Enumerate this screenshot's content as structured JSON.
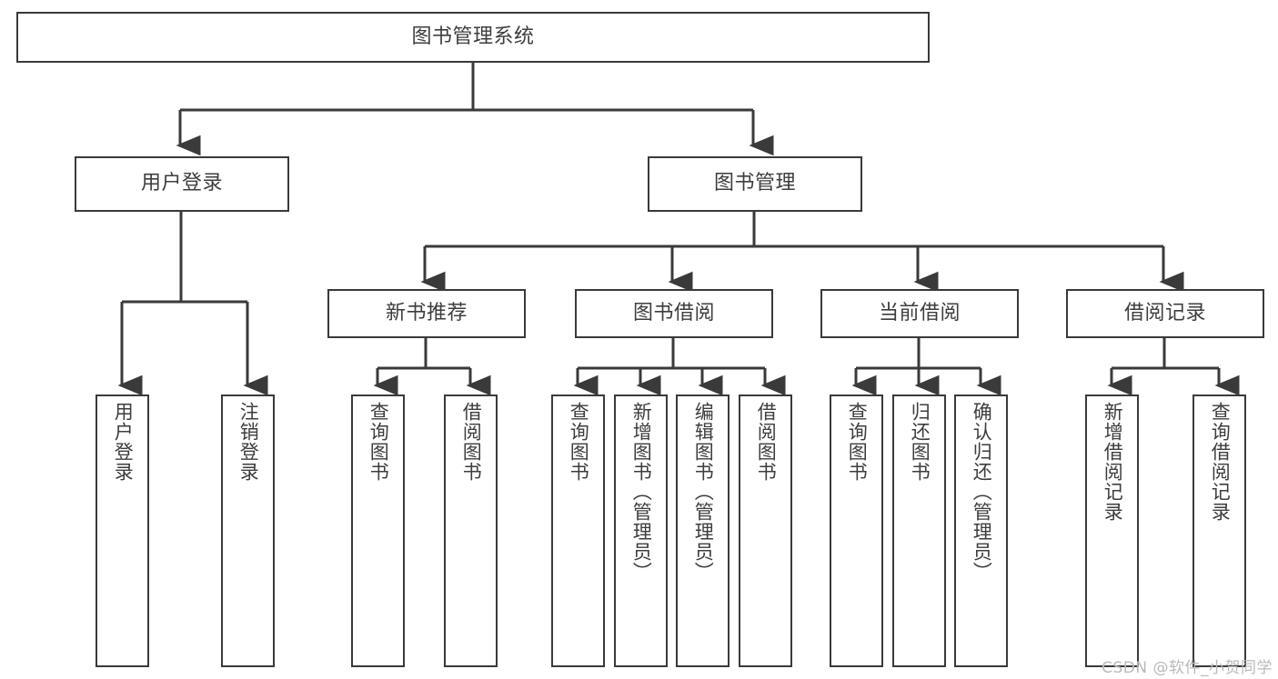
{
  "diagram": {
    "title": "图书管理系统",
    "type": "tree-hierarchy",
    "watermark": "CSDN @软件_小贺同学",
    "colors": {
      "box_border": "#3a3a3a",
      "box_fill": "#ffffff",
      "text": "#3d3d3d",
      "edge": "#3a3a3a",
      "watermark": "#b9b9b9",
      "background": "#ffffff"
    },
    "root": {
      "label": "图书管理系统"
    },
    "level2": [
      {
        "label": "用户登录"
      },
      {
        "label": "图书管理"
      }
    ],
    "level3": [
      {
        "label": "新书推荐"
      },
      {
        "label": "图书借阅"
      },
      {
        "label": "当前借阅"
      },
      {
        "label": "借阅记录"
      }
    ],
    "leaves": {
      "user_login": [
        {
          "label": "用户登录"
        },
        {
          "label": "注销登录"
        }
      ],
      "new_book_recommend": [
        {
          "label": "查询图书"
        },
        {
          "label": "借阅图书"
        }
      ],
      "book_borrow": [
        {
          "label": "查询图书"
        },
        {
          "label": "新增图书（管理员）"
        },
        {
          "label": "编辑图书（管理员）"
        },
        {
          "label": "借阅图书"
        }
      ],
      "current_borrow": [
        {
          "label": "查询图书"
        },
        {
          "label": "归还图书"
        },
        {
          "label": "确认归还（管理员）"
        }
      ],
      "borrow_record": [
        {
          "label": "新增借阅记录"
        },
        {
          "label": "查询借阅记录"
        }
      ]
    }
  }
}
